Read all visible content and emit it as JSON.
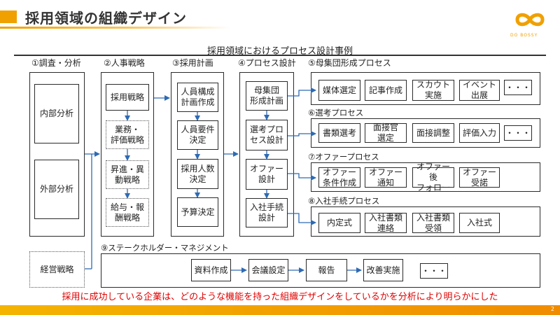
{
  "title": "採用領域の組織デザイン",
  "logo": "DO BOSSY",
  "subtitle": "採用領域におけるプロセス設計事例",
  "columns": {
    "c1": "①調査・分析",
    "c2": "②人事戦略",
    "c3": "③採用計画",
    "c4": "④プロセス設計",
    "c5": "⑤母集団形成プロセス"
  },
  "analysis": {
    "internal": "内部分析",
    "external": "外部分析",
    "management": "経営戦略"
  },
  "hr_strategy": {
    "recruit": "採用戦略",
    "business": "業務・\n評価戦略",
    "promotion": "昇進・異\n動戦略",
    "salary": "給与・報\n酬戦略"
  },
  "hiring_plan": {
    "staffing": "人員構成\n計画作成",
    "requirements": "人員要件\n決定",
    "headcount": "採用人数\n決定",
    "budget": "予算決定"
  },
  "process_design": {
    "population": "母集団\n形成計画",
    "selection": "選考プロ\nセス設計",
    "offer": "オファー\n設計",
    "onboarding": "入社手続\n設計"
  },
  "sections": {
    "population": {
      "items": [
        "媒体選定",
        "記事作成",
        "スカウト\n実施",
        "イベント\n出展",
        "・・・"
      ]
    },
    "selection": {
      "head": "⑥選考プロセス",
      "items": [
        "書類選考",
        "面接官\n選定",
        "面接調整",
        "評価入力",
        "・・・"
      ]
    },
    "offer": {
      "head": "⑦オファープロセス",
      "items": [
        "オファー\n条件作成",
        "オファー\n通知",
        "オファー後\nフォロー",
        "オファー\n受諾"
      ]
    },
    "onboarding": {
      "head": "⑧入社手続プロセス",
      "items": [
        "内定式",
        "入社書類\n連絡",
        "入社書類\n受領",
        "入社式"
      ]
    },
    "stakeholder": {
      "head": "⑨ステークホルダー・マネジメント",
      "items": [
        "資料作成",
        "会議設定",
        "報告",
        "改善実施",
        "・・・"
      ]
    }
  },
  "conclusion": "採用に成功している企業は、どのような機能を持った組織デザインをしているかを分析により明らかにした",
  "page_number": "2",
  "colors": {
    "accent": "#f0a000",
    "arrow": "#2e6ab3",
    "conclusion": "#e00000"
  }
}
